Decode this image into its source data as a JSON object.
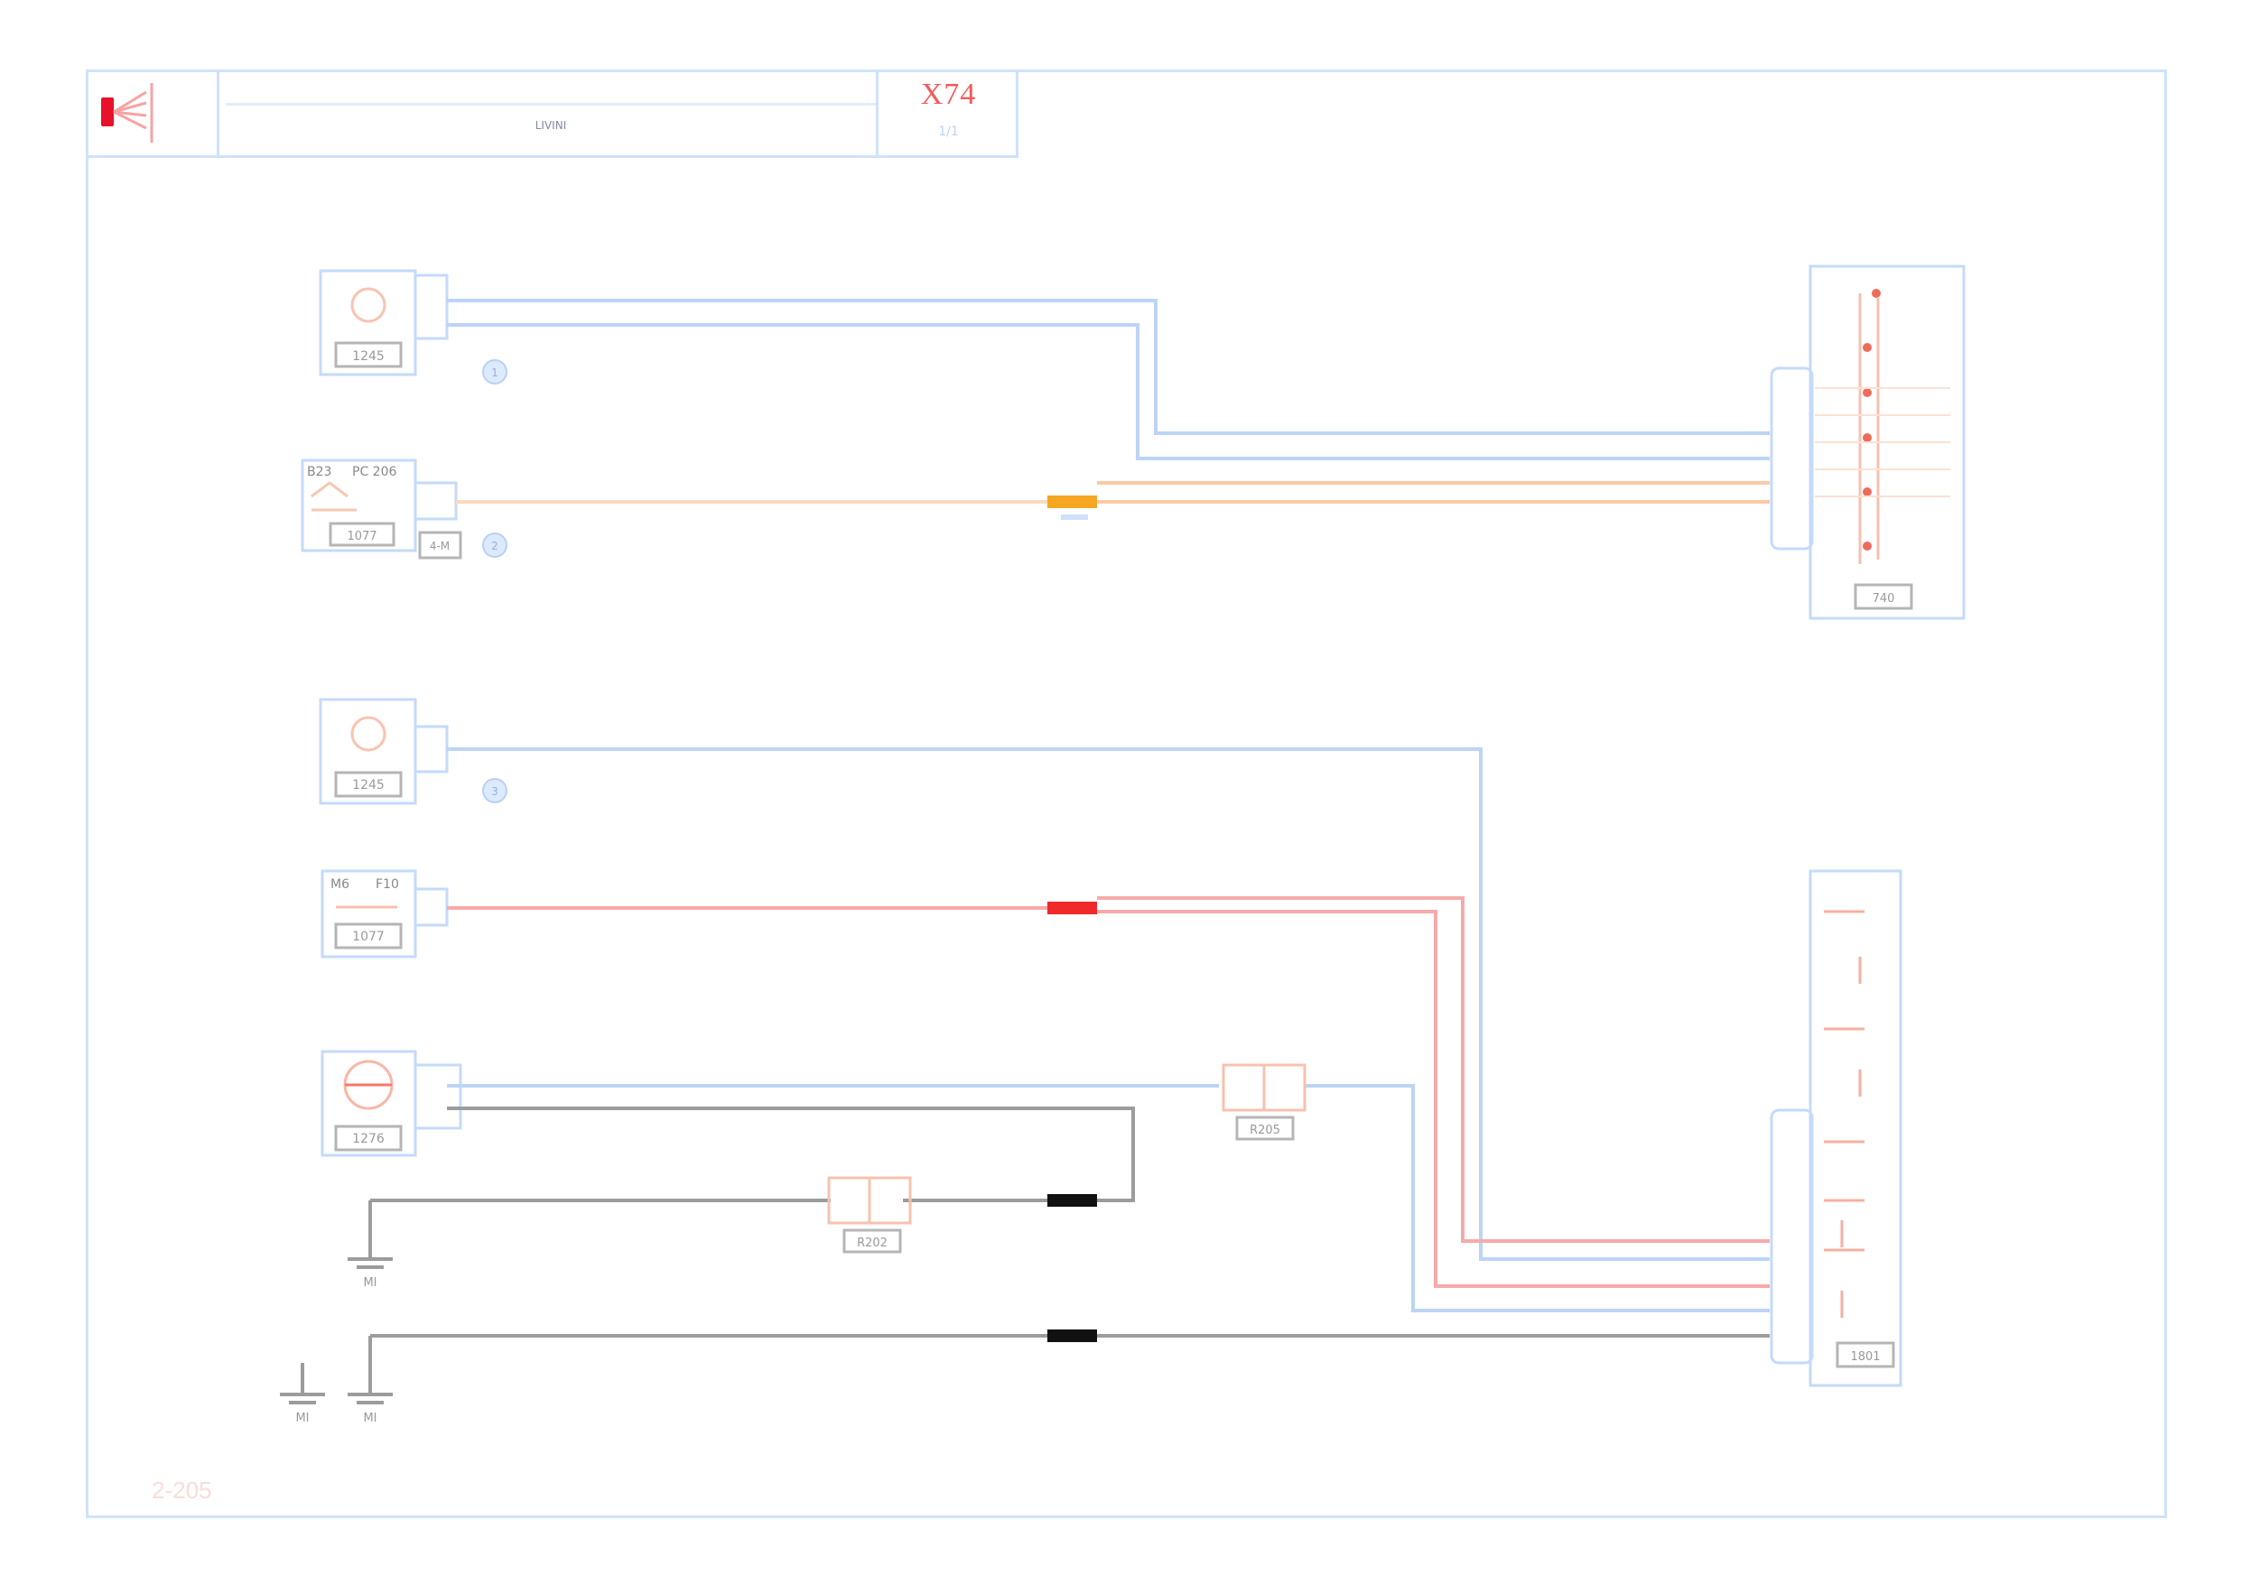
{
  "header": {
    "title": "LIVINI",
    "code": "X74",
    "sub": "1/1"
  },
  "page_number": "2-205",
  "colors": {
    "wire_blue": "#bcd4f5",
    "wire_orange": "#f9caa4",
    "wire_red": "#f6aaaa",
    "wire_dark": "#9c9c9c",
    "splice_orange": "#f5a623",
    "splice_red": "#f02a2a",
    "splice_black": "#111111",
    "frame": "#cfe2fb",
    "logo_red": "#e8102a"
  },
  "components": {
    "sensor1": {
      "code": "1245",
      "badge": "1"
    },
    "module1": {
      "labels": [
        "B23",
        "PC 206"
      ],
      "code": "1077",
      "sub": "4-M",
      "badge": "2"
    },
    "sensor2": {
      "code": "1245",
      "badge": "3"
    },
    "module2": {
      "labels": [
        "M6",
        "F10"
      ],
      "code": "1077"
    },
    "motor": {
      "code": "1276"
    },
    "relay_box_top": {
      "code": "740"
    },
    "relay_box_bottom": {
      "code": "1801"
    },
    "interconnect1": {
      "code": "R205"
    },
    "interconnect2": {
      "code": "R202"
    }
  },
  "grounds": [
    {
      "code": "MI"
    },
    {
      "code": "MI"
    },
    {
      "code": "MI"
    }
  ]
}
